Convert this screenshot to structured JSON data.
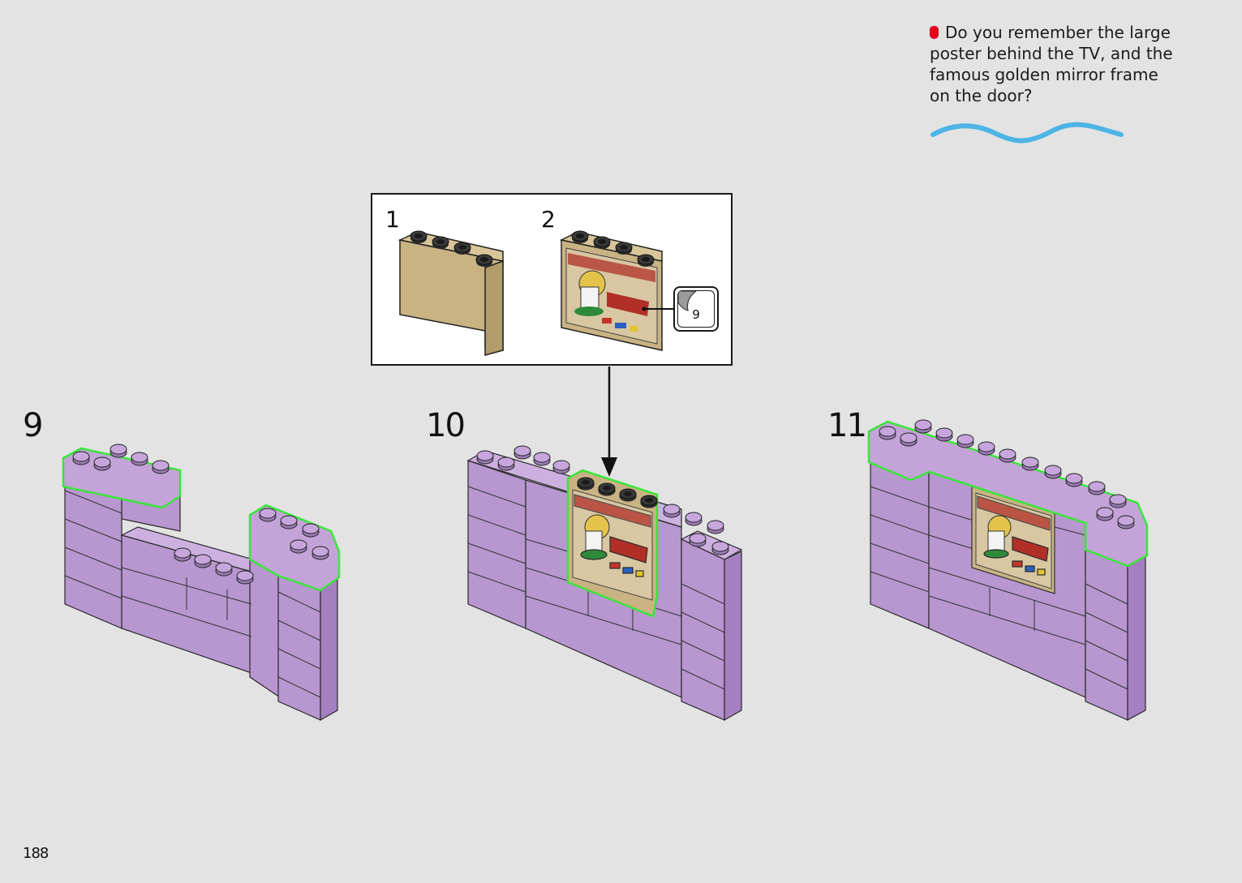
{
  "note": {
    "text": "Do you remember the large poster behind the TV, and the famous golden mirror frame on the door?",
    "dot_color": "#e3001b",
    "wave_color": "#4db4e6"
  },
  "callout": {
    "sub_steps": [
      {
        "label": "1"
      },
      {
        "label": "2"
      }
    ],
    "sticker_sheet_number": "9"
  },
  "steps": [
    {
      "label": "9"
    },
    {
      "label": "10"
    },
    {
      "label": "11"
    }
  ],
  "page_number": "188",
  "colors": {
    "background": "#e3e3e3",
    "brick_face": "#b896d0",
    "brick_top": "#cdb0e0",
    "brick_side": "#a57fc0",
    "highlight": "#39e639",
    "tan": "#c9b383"
  }
}
